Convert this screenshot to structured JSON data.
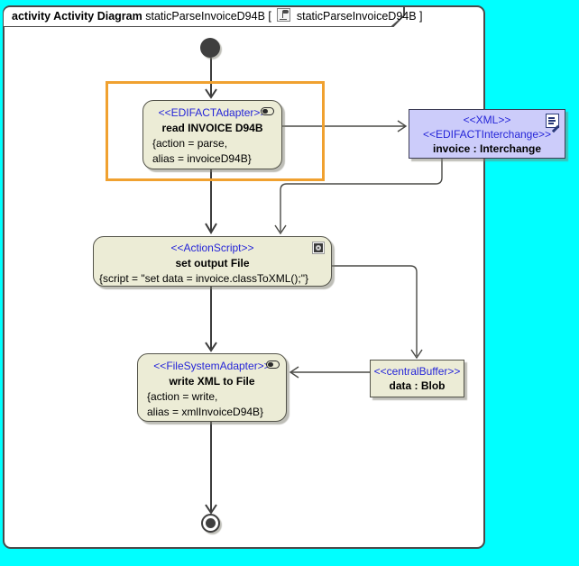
{
  "frame": {
    "title_bold": "activity Activity Diagram",
    "title_name": "staticParseInvoiceD94B",
    "bracket_open": "[",
    "title_ref": "staticParseInvoiceD94B",
    "bracket_close": "]"
  },
  "nodes": {
    "read_invoice": {
      "stereotype": "<<EDIFACTAdapter>>",
      "name": "read INVOICE D94B",
      "props": [
        "{action = parse,",
        "alias = invoiceD94B}"
      ]
    },
    "xml_interchange": {
      "stereotype1": "<<XML>>",
      "stereotype2": "<<EDIFACTInterchange>>",
      "name": "invoice : Interchange"
    },
    "set_output": {
      "stereotype": "<<ActionScript>>",
      "name": "set output File",
      "props": [
        "{script = \"set data = invoice.classToXML();\"}"
      ]
    },
    "write_xml": {
      "stereotype": "<<FileSystemAdapter>>",
      "name": "write XML to File",
      "props": [
        "{action = write,",
        "alias = xmlInvoiceD94B}"
      ]
    },
    "central_buffer": {
      "stereotype": "<<centralBuffer>>",
      "name": "data : Blob"
    }
  },
  "icons": {
    "tab_icon": "activity-diagram-icon",
    "adapter_icon": "adapter-pill-icon",
    "script_icon": "script-gear-icon",
    "document_icon": "xml-document-icon"
  },
  "colors": {
    "canvas_background": "#00ffff",
    "frame_fill": "#ffffff",
    "node_fill": "#ececd6",
    "object_node_fill": "#ccccfa",
    "stereotype_text": "#2525d8",
    "selection_accent": "#f0a130",
    "edge_stroke": "#3c3c3c"
  }
}
